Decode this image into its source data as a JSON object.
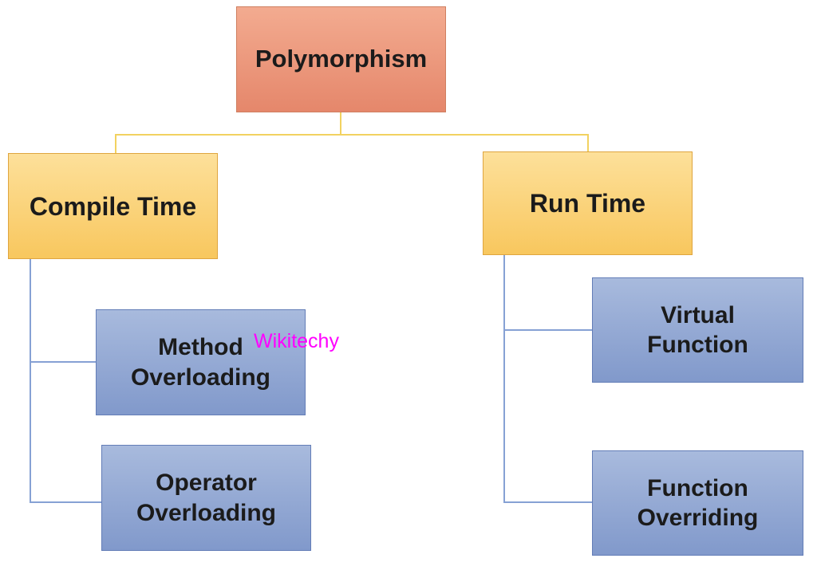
{
  "diagram": {
    "watermark": "Wikitechy",
    "nodes": {
      "root": {
        "label": "Polymorphism"
      },
      "compile_time": {
        "label": "Compile Time"
      },
      "run_time": {
        "label": "Run Time"
      },
      "method_overloading": {
        "line1": "Method",
        "line2": "Overloading"
      },
      "operator_overloading": {
        "line1": "Operator",
        "line2": "Overloading"
      },
      "virtual_function": {
        "line1": "Virtual",
        "line2": "Function"
      },
      "function_overriding": {
        "line1": "Function",
        "line2": "Overriding"
      }
    },
    "colors": {
      "root_fill_top": "#f3ab90",
      "root_fill_bottom": "#e5876b",
      "root_border": "#cf7f60",
      "time_fill_top": "#fde09a",
      "time_fill_bottom": "#f8c75e",
      "time_border": "#dfa53f",
      "leaf_fill_top": "#a8badd",
      "leaf_fill_bottom": "#8199cb",
      "leaf_border": "#637db7",
      "connector_yellow": "#f2d260",
      "connector_blue": "#86a1d4",
      "watermark": "#ff00ff"
    }
  }
}
